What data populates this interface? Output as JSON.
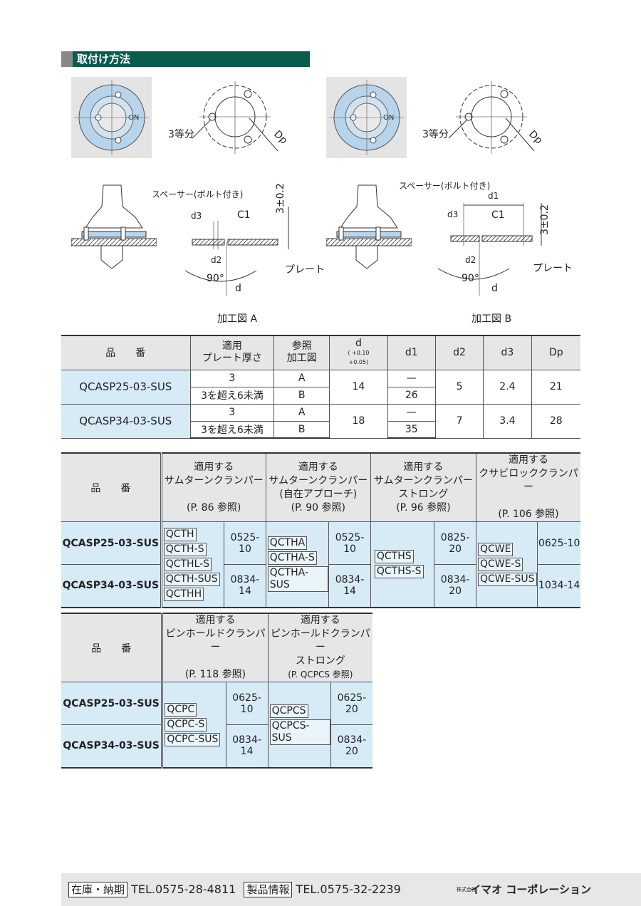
{
  "section": {
    "title": "取付け方法"
  },
  "drawings": {
    "equal3": "3等分",
    "dp": "Dp",
    "spacer_a": "スペーサー(ボルト付き)",
    "spacer_b": "スペーサー(ボルト付き)",
    "d3": "d3",
    "c1": "C1",
    "d2": "d2",
    "angle": "90°",
    "d": "d",
    "d1": "d1",
    "thickness": "3±0.2",
    "plate": "プレート",
    "caption_a": "加工図 A",
    "caption_b": "加工図 B"
  },
  "table1": {
    "headers": {
      "part_no": "品　　番",
      "plate": [
        "適用",
        "プレート厚さ"
      ],
      "ref": [
        "参照",
        "加工図"
      ],
      "d": "d",
      "d_tol_top": "( +0.10",
      "d_tol_bot": "  +0.05)",
      "d1": "d1",
      "d2": "d2",
      "d3": "d3",
      "dp": "Dp"
    },
    "rows": [
      {
        "part": "QCASP25-03-SUS",
        "plates": [
          "3",
          "3を超え6未満"
        ],
        "refs": [
          "A",
          "B"
        ],
        "d": "14",
        "d1": [
          "—",
          "26"
        ],
        "d2": "5",
        "d3": "2.4",
        "dp": "21"
      },
      {
        "part": "QCASP34-03-SUS",
        "plates": [
          "3",
          "3を超え6未満"
        ],
        "refs": [
          "A",
          "B"
        ],
        "d": "18",
        "d1": [
          "—",
          "35"
        ],
        "d2": "7",
        "d3": "3.4",
        "dp": "28"
      }
    ]
  },
  "table2": {
    "part_header": "品　　番",
    "groups": [
      {
        "lines": [
          "適用する",
          "サムターンクランパー",
          "",
          "(P. 86  参照)"
        ]
      },
      {
        "lines": [
          "適用する",
          "サムターンクランパー",
          "(自在アプローチ)",
          "(P. 90  参照)"
        ]
      },
      {
        "lines": [
          "適用する",
          "サムターンクランパー",
          "ストロング",
          "(P. 96  参照)"
        ]
      },
      {
        "lines": [
          "適用する",
          "クサビロッククランパー",
          "",
          "(P. 106  参照)"
        ]
      }
    ],
    "rows": [
      "QCASP25-03-SUS",
      "QCASP34-03-SUS"
    ],
    "g1_models": [
      "QCTH",
      "QCTH-S",
      "QCTHL-S",
      "QCTH-SUS",
      "QCTHH"
    ],
    "g1_codes": [
      "0525-10",
      "0834-14"
    ],
    "g2_models": [
      "QCTHA",
      "QCTHA-S",
      "QCTHA-SUS"
    ],
    "g2_codes": [
      "0525-10",
      "0834-14"
    ],
    "g3_models": [
      "QCTHS",
      "QCTHS-S"
    ],
    "g3_codes": [
      "0825-20",
      "0834-20"
    ],
    "g4_models": [
      "QCWE",
      "QCWE-S",
      "QCWE-SUS"
    ],
    "g4_codes": [
      "0625-10",
      "1034-14"
    ]
  },
  "table3": {
    "part_header": "品　　番",
    "groups": [
      {
        "lines": [
          "適用する",
          "ピンホールドクランパー",
          "",
          "(P. 118  参照)"
        ]
      },
      {
        "lines": [
          "適用する",
          "ピンホールドクランパー",
          "ストロング",
          "(P. QCPCS 参照)"
        ]
      }
    ],
    "rows": [
      "QCASP25-03-SUS",
      "QCASP34-03-SUS"
    ],
    "g1_models": [
      "QCPC",
      "QCPC-S",
      "QCPC-SUS"
    ],
    "g1_codes": [
      "0625-10",
      "0834-14"
    ],
    "g2_models": [
      "QCPCS",
      "QCPCS-SUS"
    ],
    "g2_codes": [
      "0625-20",
      "0834-20"
    ]
  },
  "footer": {
    "stock_label": "在庫・納期",
    "tel1": "TEL.0575-28-4811",
    "info_label": "製品情報",
    "tel2": "TEL.0575-32-2239",
    "company_small": "株式会社",
    "company": "イマオ コーポレーション"
  }
}
